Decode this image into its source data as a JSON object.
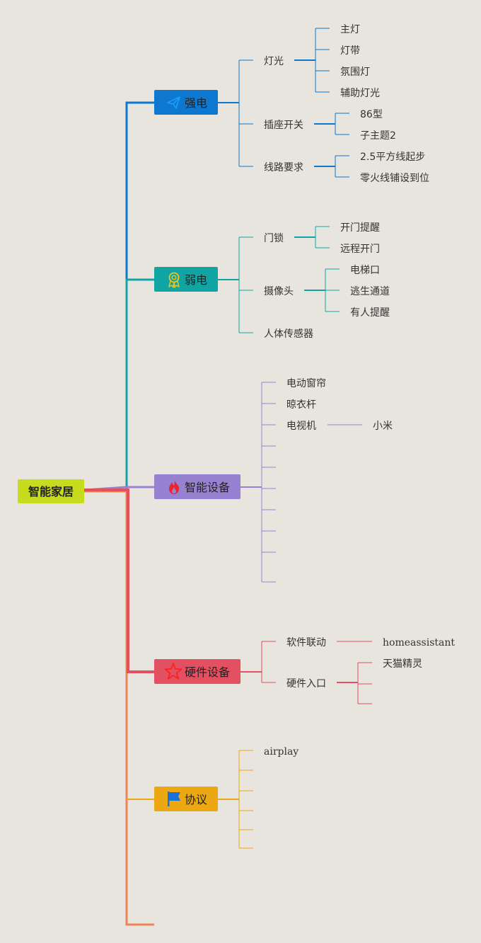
{
  "root": {
    "label": "智能家居",
    "color": "#c8dc1e"
  },
  "branches": [
    {
      "id": "strong",
      "label": "强电",
      "icon": "paper-plane-icon",
      "color": "#0e78d0",
      "children": [
        {
          "label": "灯光",
          "children": [
            "主灯",
            "灯带",
            "氛围灯",
            "辅助灯光"
          ]
        },
        {
          "label": "插座开关",
          "children": [
            "86型",
            "子主题2"
          ]
        },
        {
          "label": "线路要求",
          "children": [
            "2.5平方线起步",
            "零火线铺设到位"
          ]
        }
      ]
    },
    {
      "id": "weak",
      "label": "弱电",
      "icon": "award-ribbon-icon",
      "color": "#10a5a3",
      "children": [
        {
          "label": "门锁",
          "children": [
            "开门提醒",
            "远程开门"
          ]
        },
        {
          "label": "摄像头",
          "children": [
            "电梯口",
            "逃生通道",
            "有人提醒"
          ]
        },
        {
          "label": "人体传感器",
          "children": []
        }
      ]
    },
    {
      "id": "smart",
      "label": "智能设备",
      "icon": "flame-icon",
      "color": "#9782d2",
      "children": [
        {
          "label": "电动窗帘",
          "children": []
        },
        {
          "label": "晾衣杆",
          "children": []
        },
        {
          "label": "电视机",
          "children": [
            "小米"
          ]
        },
        {
          "label": "",
          "children": []
        },
        {
          "label": "",
          "children": []
        },
        {
          "label": "",
          "children": []
        },
        {
          "label": "",
          "children": []
        },
        {
          "label": "",
          "children": []
        },
        {
          "label": "",
          "children": []
        },
        {
          "label": "",
          "children": []
        }
      ]
    },
    {
      "id": "hardware",
      "label": "硬件设备",
      "icon": "star-icon",
      "color": "#e35061",
      "children": [
        {
          "label": "软件联动",
          "children": [
            "homeassistant"
          ]
        },
        {
          "label": "硬件入口",
          "children": [
            "天猫精灵",
            "",
            ""
          ]
        }
      ]
    },
    {
      "id": "protocol",
      "label": "协议",
      "icon": "flag-icon",
      "color": "#eba812",
      "children": [
        {
          "label": "airplay",
          "children": []
        },
        {
          "label": "",
          "children": []
        },
        {
          "label": "",
          "children": []
        },
        {
          "label": "",
          "children": []
        },
        {
          "label": "",
          "children": []
        },
        {
          "label": "",
          "children": []
        }
      ]
    }
  ],
  "trailing_branch_color": "#ef8256"
}
